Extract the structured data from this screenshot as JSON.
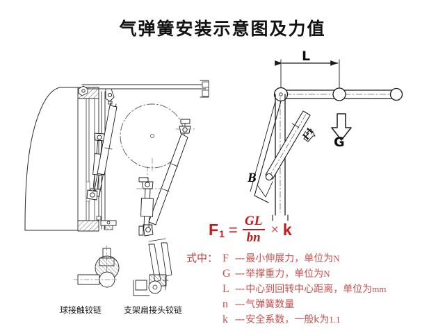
{
  "page": {
    "title": "气弹簧安装示意图及力值",
    "background_color": "#ffffff"
  },
  "colors": {
    "formula_red": "#c21b18",
    "legend_red": "#c8514d",
    "line_black": "#1a1a1a",
    "hatch_gray": "#8a8a8a"
  },
  "formula": {
    "lhs": "F",
    "lhs_sub": "1",
    "equals": "=",
    "numerator": "GL",
    "denominator": "bn",
    "times": "×",
    "factor": "k"
  },
  "legend": {
    "prefix": "式中：",
    "dash": "---",
    "rows": [
      {
        "symbol": "F",
        "text": "最小伸展力，单位为",
        "unit": "N"
      },
      {
        "symbol": "G",
        "text": "举撑重力，单位为",
        "unit": "N"
      },
      {
        "symbol": "L",
        "text": "中心到回转中心距离，单位为",
        "unit": "mm"
      },
      {
        "symbol": "n",
        "text": "气弹簧数量",
        "unit": ""
      },
      {
        "symbol": "k",
        "text": "安全系数，一般k为",
        "unit": "1.1"
      }
    ]
  },
  "diagram_labels": {
    "dimension_L": "L",
    "force_G": "G",
    "force_F1": "F1",
    "angle_B": "B"
  },
  "captions": {
    "ball_joint": "球接触铰链",
    "flat_bracket": "支架扁接头铰链"
  }
}
